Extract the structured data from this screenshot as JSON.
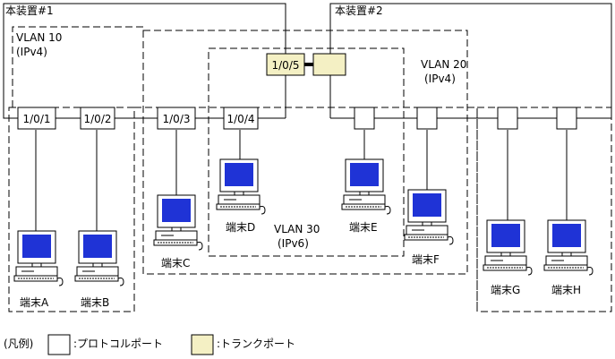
{
  "devices": {
    "device1": "本装置#1",
    "device2": "本装置#2"
  },
  "vlans": {
    "vlan10": {
      "name": "VLAN 10",
      "ip": "(IPv4)"
    },
    "vlan20": {
      "name": "VLAN 20",
      "ip": "(IPv4)"
    },
    "vlan30": {
      "name": "VLAN 30",
      "ip": "(IPv6)"
    }
  },
  "ports": {
    "p101": "1/0/1",
    "p102": "1/0/2",
    "p103": "1/0/3",
    "p104": "1/0/4",
    "p105": "1/0/5"
  },
  "terminals": {
    "A": "端末A",
    "B": "端末B",
    "C": "端末C",
    "D": "端末D",
    "E": "端末E",
    "F": "端末F",
    "G": "端末G",
    "H": "端末H"
  },
  "legend": {
    "title": "(凡例)",
    "protocol_port": ":プロトコルポート",
    "trunk_port": ":トランクポート"
  },
  "colors": {
    "trunk_fill": "#f4f0c4",
    "screen": "#1f33d6"
  }
}
